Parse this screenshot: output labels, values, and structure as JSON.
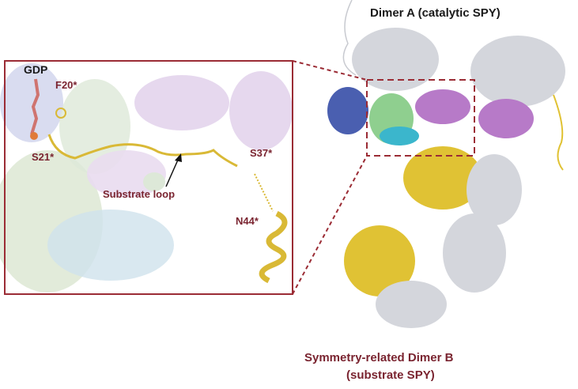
{
  "title_dimer_a": "Dimer A (catalytic SPY)",
  "title_dimer_b_line1": "Symmetry-related Dimer B",
  "title_dimer_b_line2": "(substrate SPY)",
  "inset": {
    "gdp": "GDP",
    "f20": "F20*",
    "s21": "S21*",
    "s37": "S37*",
    "n44": "N44*",
    "substrate_loop": "Substrate loop"
  },
  "colors": {
    "label_red": "#7a2430",
    "frame_red": "#9b2c35",
    "substrate_yellow": "#e0c234",
    "tpr_purple": "#b77ac8",
    "blue_domain": "#4a5fb0",
    "green_domain": "#8fcf8f",
    "cyan_domain": "#3bb6cc",
    "grey_domain": "#cfd2d8"
  }
}
